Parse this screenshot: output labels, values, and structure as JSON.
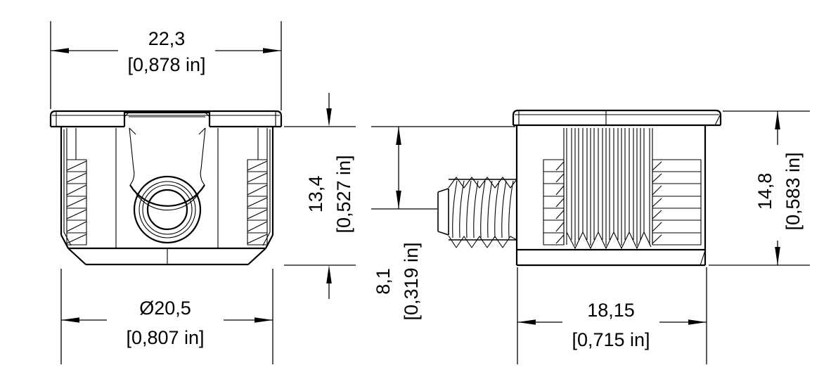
{
  "drawing": {
    "type": "technical-dimension-drawing",
    "part": "cam-lock-housing-with-dowel-screw",
    "colors": {
      "line": "#000000",
      "background": "#ffffff"
    },
    "views": {
      "front_view": {
        "label": "front-view"
      },
      "side_view": {
        "label": "side-view"
      }
    },
    "dims": {
      "flange_width": {
        "mm": "22,3",
        "in": "[0,878 in]"
      },
      "body_diameter": {
        "mm": "Ø20,5",
        "in": "[0,807 in]"
      },
      "body_height": {
        "mm": "13,4",
        "in": "[0,527 in]"
      },
      "screw_offset": {
        "mm": "8,1",
        "in": "[0,319 in]"
      },
      "total_height": {
        "mm": "14,8",
        "in": "[0,583 in]"
      },
      "base_width": {
        "mm": "18,15",
        "in": "[0,715 in]"
      }
    }
  }
}
